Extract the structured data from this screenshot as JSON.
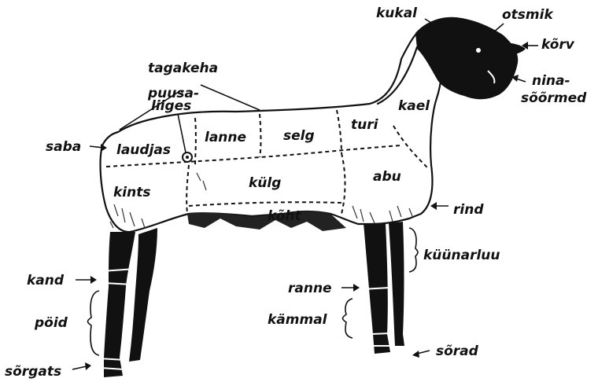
{
  "labels": {
    "kukal": "kukal",
    "otsmik": "otsmik",
    "korv": "kõrv",
    "nina_1": "nina-",
    "nina_2": "sõõrmed",
    "tagakeha": "tagakeha",
    "puusaliiges_1": "puusa-",
    "puusaliiges_2": "liiges",
    "saba": "saba",
    "laudjas": "laudjas",
    "lanne": "lanne",
    "selg": "selg",
    "turi": "turi",
    "kael": "kael",
    "kints": "kints",
    "kulg": "külg",
    "abu": "abu",
    "koht": "kõht",
    "rind": "rind",
    "kuunarluu": "küünarluu",
    "kand": "kand",
    "ranne": "ranne",
    "poid": "pöid",
    "kammal": "kämmal",
    "sorad": "sõrad",
    "sorgats": "sõrgats"
  },
  "colors": {
    "ink": "#111111",
    "background": "#ffffff"
  }
}
